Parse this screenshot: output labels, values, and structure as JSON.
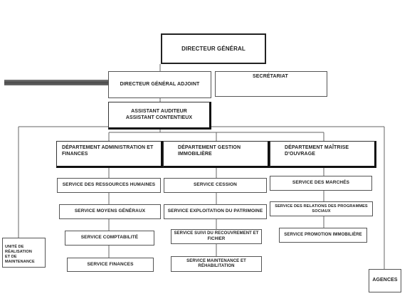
{
  "org_chart": {
    "directeur_general": "DIRECTEUR GÉNÉRAL",
    "directeur_general_adjoint": "DIRECTEUR GÉNÉRAL ADJOINT",
    "secretariat": "SECRÉTARIAT",
    "assistants": "ASSISTANT AUDITEUR\nASSISTANT CONTENTIEUX",
    "departments": [
      {
        "label": "DÉPARTEMENT ADMINISTRATION ET FINANCES",
        "services": [
          "SERVICE DES RESSOURCES HUMAINES",
          "SERVICE MOYENS GÉNÉRAUX",
          "SERVICE COMPTABILITÉ",
          "SERVICE FINANCES"
        ]
      },
      {
        "label": "DÉPARTEMENT GESTION IMMOBILIÈRE",
        "services": [
          "SERVICE CESSION",
          "SERVICE EXPLOITATION DU PATRIMOINE",
          "SERVICE SUIVI DU RECOUVREMENT ET FICHIER",
          "SERVICE MAINTENANCE ET RÉHABILITATION"
        ]
      },
      {
        "label": "DÉPARTEMENT MAÎTRISE D'OUVRAGE",
        "services": [
          "SERVICE DES MARCHÉS",
          "SERVICE DES RELATIONS DES PROGRAMMES SOCIAUX",
          "SERVICE PROMOTION IMMOBILIÈRE"
        ]
      }
    ],
    "unite": "UNITÉ DE RÉALISATION\nET DE MAINTENANCE",
    "agences": "AGENCES"
  }
}
